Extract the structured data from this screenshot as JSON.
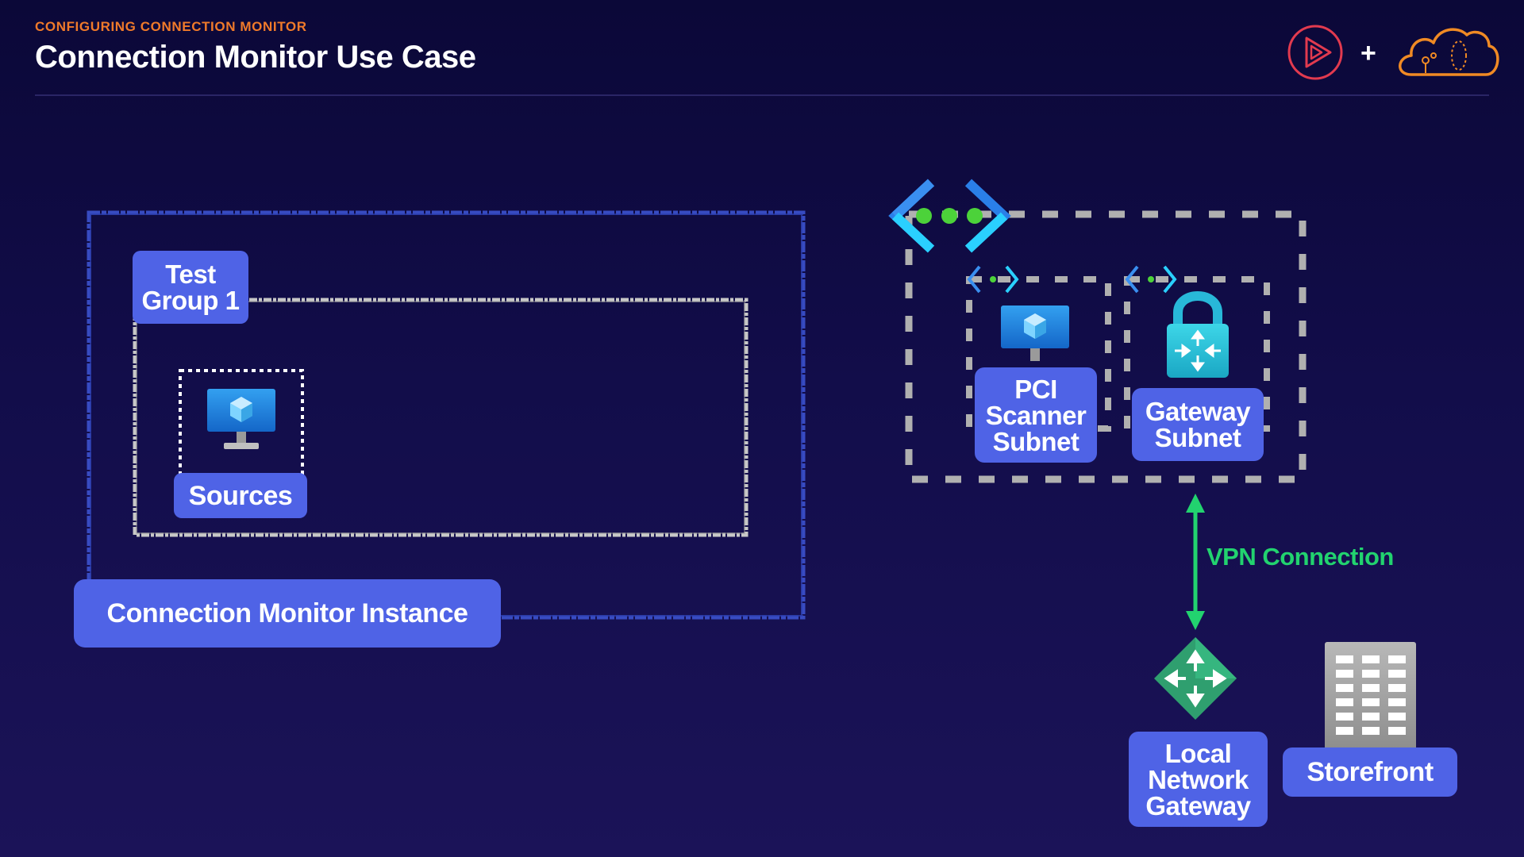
{
  "header": {
    "eyebrow": "CONFIGURING CONNECTION MONITOR",
    "title": "Connection Monitor Use Case"
  },
  "brand": {
    "logo_icon": "pluralsight-play-icon",
    "plus": "+",
    "cloud_icon": "cloud-logo-icon"
  },
  "diagram": {
    "test_group": {
      "line1": "Test",
      "line2": "Group 1"
    },
    "sources": "Sources",
    "connection_monitor_instance": "Connection Monitor Instance",
    "pci_scanner_subnet": {
      "line1": "PCI",
      "line2": "Scanner",
      "line3": "Subnet"
    },
    "gateway_subnet": {
      "line1": "Gateway",
      "line2": "Subnet"
    },
    "vpn_connection": "VPN Connection",
    "local_network_gateway": {
      "line1": "Local",
      "line2": "Network",
      "line3": "Gateway"
    },
    "storefront": "Storefront"
  },
  "colors": {
    "background": "#120d4a",
    "label_fill": "#4f63e6",
    "accent_orange": "#f07a2a",
    "vpn_green": "#22d36f",
    "instance_border": "#3a4fc8",
    "group_border": "#c8c8c8",
    "vnet_dash": "#b0b0b0"
  }
}
